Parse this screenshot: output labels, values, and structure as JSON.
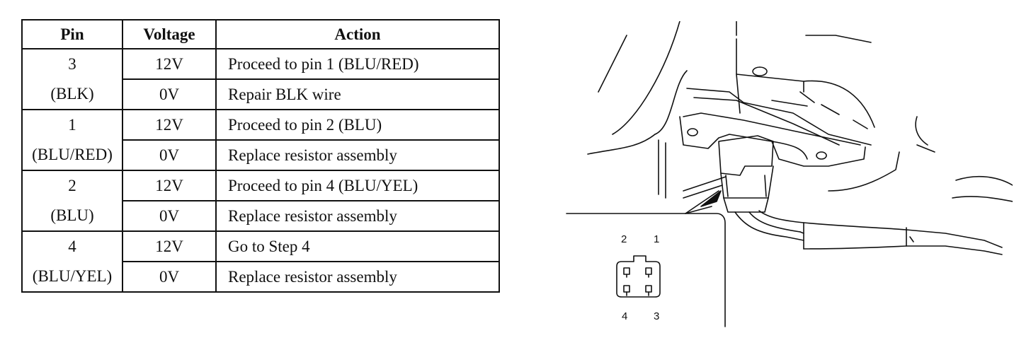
{
  "table": {
    "headers": {
      "pin": "Pin",
      "voltage": "Voltage",
      "action": "Action"
    },
    "groups": [
      {
        "pin": "3",
        "color": "(BLK)",
        "rows": [
          {
            "voltage": "12V",
            "action": "Proceed to pin 1 (BLU/RED)"
          },
          {
            "voltage": "0V",
            "action": "Repair BLK wire"
          }
        ]
      },
      {
        "pin": "1",
        "color": "(BLU/RED)",
        "rows": [
          {
            "voltage": "12V",
            "action": "Proceed to pin 2 (BLU)"
          },
          {
            "voltage": "0V",
            "action": "Replace resistor assembly"
          }
        ]
      },
      {
        "pin": "2",
        "color": "(BLU)",
        "rows": [
          {
            "voltage": "12V",
            "action": "Proceed to pin 4 (BLU/YEL)"
          },
          {
            "voltage": "0V",
            "action": "Replace resistor assembly"
          }
        ]
      },
      {
        "pin": "4",
        "color": "(BLU/YEL)",
        "rows": [
          {
            "voltage": "12V",
            "action": "Go to Step 4"
          },
          {
            "voltage": "0V",
            "action": "Replace resistor assembly"
          }
        ]
      }
    ]
  },
  "connector": {
    "labels": {
      "top_left": "2",
      "top_right": "1",
      "bottom_left": "4",
      "bottom_right": "3"
    }
  }
}
